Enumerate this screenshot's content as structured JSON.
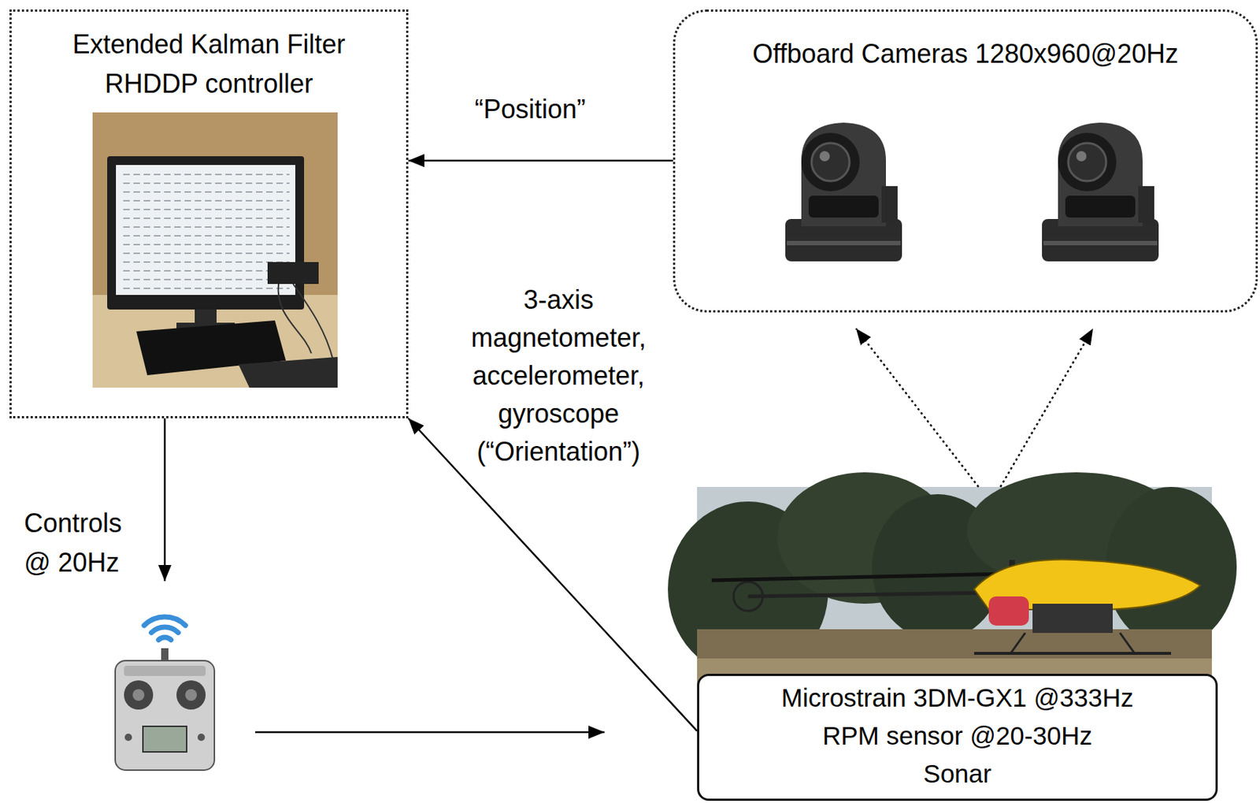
{
  "diagram": {
    "nodes": [
      {
        "text": [
          "Extended Kalman Filter RHDDP controller"
        ]
      },
      {
        "text": [
          "Offboard Cameras 1280x960@20Hz"
        ]
      },
      {
        "text": [
          "Microstrain 3DM-GX1 @333Hz",
          "RPM sensor @20-30Hz",
          "Sonar"
        ]
      }
    ],
    "edges": [
      {
        "from": 1,
        "to": 0,
        "arrow": "to",
        "label": "“Position”"
      },
      {
        "from": 2,
        "to": 0,
        "arrow": "to",
        "label": "3-axis magnetometer, accelerometer, gyroscope (“Orientation”)"
      }
    ],
    "labels": [
      "Controls @ 20Hz"
    ]
  }
}
